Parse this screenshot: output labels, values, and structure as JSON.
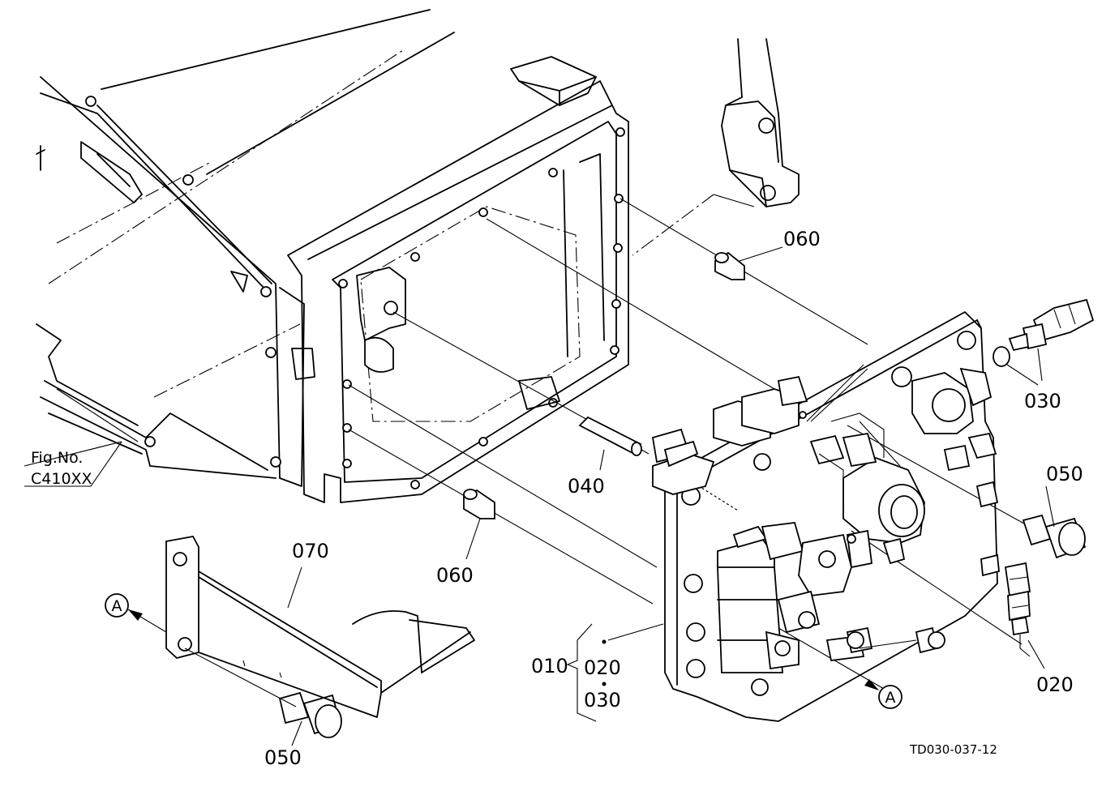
{
  "labels": {
    "p010": "010",
    "p020_kit": "020",
    "p030_kit": "030",
    "p020": "020",
    "p030": "030",
    "p040": "040",
    "p050_right": "050",
    "p050_bottom": "050",
    "p060_top": "060",
    "p060_bottom": "060",
    "p070": "070"
  },
  "reference_marks": {
    "left": "A",
    "right": "A"
  },
  "fig_ref": {
    "line1": "Fig.No.",
    "line2": "C410XX"
  },
  "drawing_code": "TD030-037-12"
}
